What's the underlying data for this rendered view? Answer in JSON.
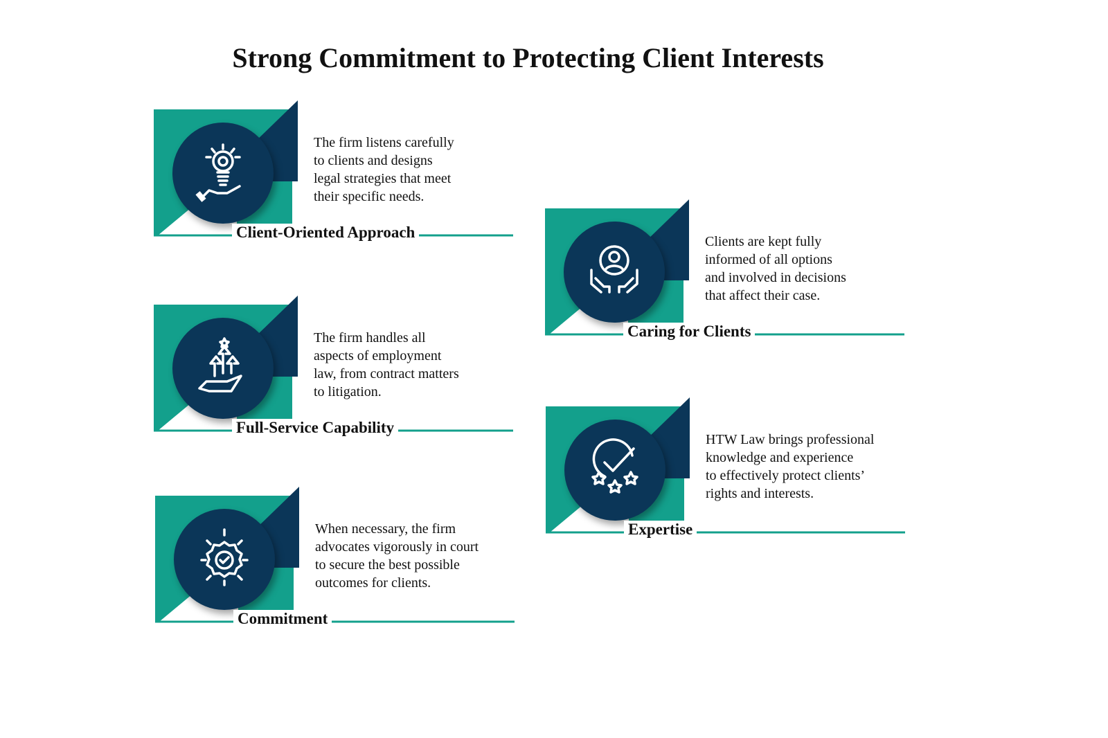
{
  "title": "Strong Commitment to Protecting Client Interests",
  "colors": {
    "teal": "#13a08c",
    "navy": "#0b3658"
  },
  "cards": [
    {
      "heading": "Client-Oriented Approach",
      "icon": "lightbulb-hand-icon",
      "lines": [
        "The firm listens carefully",
        "to clients and designs",
        "legal strategies that meet",
        "their specific needs."
      ]
    },
    {
      "heading": "Full-Service Capability",
      "icon": "growth-arrows-hand-icon",
      "lines": [
        "The firm handles all",
        "aspects of employment",
        "law, from contract matters",
        "to litigation."
      ]
    },
    {
      "heading": "Commitment",
      "icon": "badge-check-icon",
      "lines": [
        "When necessary, the firm",
        "advocates vigorously in court",
        "to secure the best possible",
        "outcomes for clients."
      ]
    },
    {
      "heading": "Caring for Clients",
      "icon": "hands-person-icon",
      "lines": [
        "Clients are kept fully",
        "informed of all options",
        "and involved in decisions",
        "that affect their case."
      ]
    },
    {
      "heading": "Expertise",
      "icon": "check-stars-icon",
      "lines": [
        "HTW Law brings professional",
        "knowledge and experience",
        "to effectively protect clients’",
        "rights and interests."
      ]
    }
  ]
}
